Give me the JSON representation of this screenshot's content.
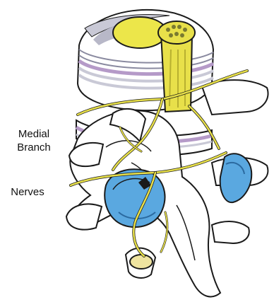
{
  "labels": {
    "medial": "Medial",
    "branch": "Branch",
    "nerves": "Nerves"
  },
  "colors": {
    "bone": "#ffffff",
    "outline": "#1a1a1a",
    "disc_gray": "#c9c9d6",
    "disc_purple": "#a98fc0",
    "nerve_yellow": "#e8e04a",
    "facet_blue": "#5aa8e0"
  }
}
